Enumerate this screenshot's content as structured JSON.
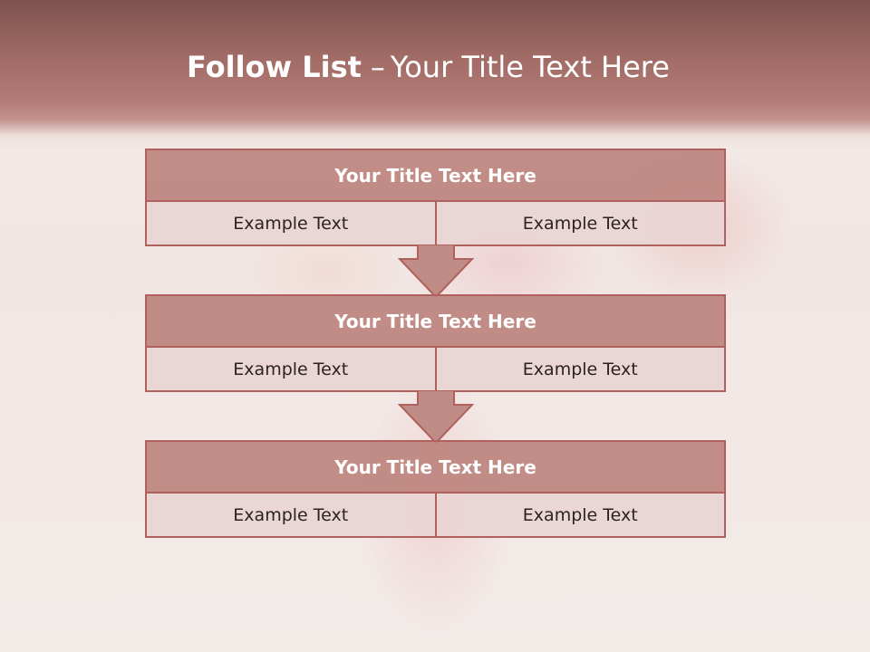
{
  "slide": {
    "title_bold": "Follow List",
    "title_separator": "–",
    "title_rest": "Your Title Text Here"
  },
  "steps": [
    {
      "title": "Your Title Text Here",
      "left": "Example Text",
      "right": "Example Text"
    },
    {
      "title": "Your Title Text Here",
      "left": "Example Text",
      "right": "Example Text"
    },
    {
      "title": "Your Title Text Here",
      "left": "Example Text",
      "right": "Example Text"
    }
  ],
  "colors": {
    "header": "#a06a65",
    "step_title_fill": "#be847e",
    "cell_fill": "#e9d5d4",
    "border": "#b0615d",
    "arrow_fill": "#c08c86"
  }
}
